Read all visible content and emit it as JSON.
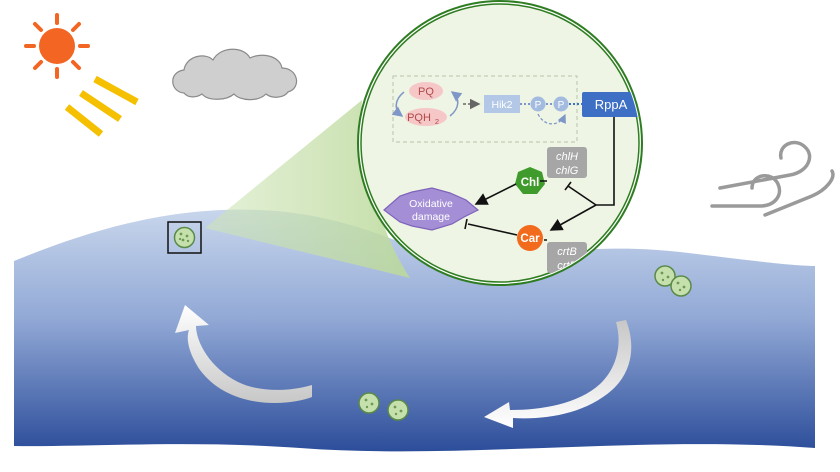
{
  "diagram": {
    "pathway": {
      "pq_label": "PQ",
      "pqh2_label": "PQH",
      "pqh2_subscript": "2",
      "hik2_label": "Hik2",
      "phosphate_label_1": "P",
      "phosphate_label_2": "P",
      "rppa_label": "RppA"
    },
    "chl_genes": {
      "line1": "chlH",
      "line2": "chlG"
    },
    "car_genes": {
      "line1": "crtB",
      "line2": "crtP"
    },
    "chl_label": "Chl",
    "car_label": "Car",
    "oxidative_damage": {
      "line1": "Oxidative",
      "line2": "damage"
    },
    "icons": [
      "sun-icon",
      "cloud-icon",
      "wind-icon",
      "cyanobacterium-cell-icon"
    ],
    "colors": {
      "sun": "#f26522",
      "sunlight_rays": "#f5c000",
      "cloud": "#cfcfcf",
      "water_top": "#c8d6ec",
      "water_bottom": "#2c4d9a",
      "zoom_circle_fill": "#eef5e4",
      "zoom_circle_stroke": "#2f7d22",
      "rppa_box": "#3d6fc4",
      "hik2_box": "#b3c7e6",
      "chl": "#3f9b2b",
      "car": "#f26a1b",
      "oxidative_damage": "#a48fd6",
      "gene_box": "#a6a6a6",
      "pq": "#f6c7c7"
    }
  }
}
